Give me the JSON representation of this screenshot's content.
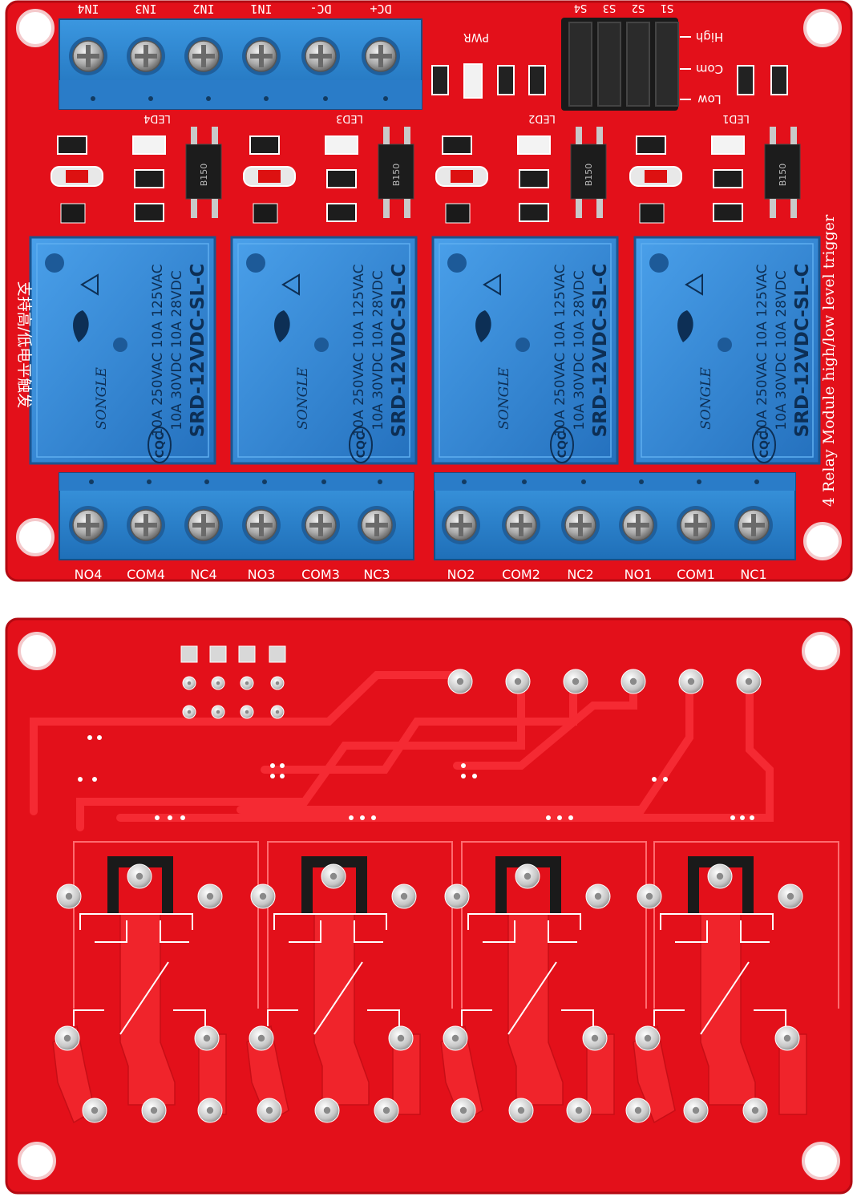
{
  "colors": {
    "pcb_red": "#e3101a",
    "pcb_red_dark": "#b30a12",
    "trace_red": "#f0242b",
    "relay_blue": "#2f86d6",
    "terminal_blue": "#2c87d1",
    "silkscreen": "#ffffff",
    "pad_silver": "#c9c9c9",
    "chip_black": "#1c1c1c"
  },
  "top_board": {
    "input_terminal_labels": [
      "IN4",
      "IN3",
      "IN2",
      "IN1",
      "DC-",
      "DC+"
    ],
    "pwr_label": "PWR",
    "jumper_labels": [
      "S4",
      "S3",
      "S2",
      "S1"
    ],
    "jumper_side_labels": [
      "High",
      "Com",
      "Low"
    ],
    "led_labels": [
      "LED4",
      "LED3",
      "LED2",
      "LED1"
    ],
    "optocoupler_labels": [
      "B150",
      "B150",
      "B150",
      "B150"
    ],
    "relays": [
      {
        "brand": "SONGLE",
        "model": "SRD-12VDC-SL-C",
        "rating_1": "10A 250VAC  10A 125VAC",
        "rating_2": "10A 30VDC  10A 28VDC",
        "cert": "CQC"
      },
      {
        "brand": "SONGLE",
        "model": "SRD-12VDC-SL-C",
        "rating_1": "10A 250VAC  10A 125VAC",
        "rating_2": "10A 30VDC  10A 28VDC",
        "cert": "CQC"
      },
      {
        "brand": "SONGLE",
        "model": "SRD-12VDC-SL-C",
        "rating_1": "10A 250VAC  10A 125VAC",
        "rating_2": "10A 30VDC  10A 28VDC",
        "cert": "CQC"
      },
      {
        "brand": "SONGLE",
        "model": "SRD-12VDC-SL-C",
        "rating_1": "10A 250VAC  10A 125VAC",
        "rating_2": "10A 30VDC  10A 28VDC",
        "cert": "CQC"
      }
    ],
    "side_text_right": "4 Relay Module high/low level trigger",
    "side_text_left": "支持高/低电平触发",
    "output_terminal_labels": [
      "NO4",
      "COM4",
      "NC4",
      "NO3",
      "COM3",
      "NC3",
      "NO2",
      "COM2",
      "NC2",
      "NO1",
      "COM1",
      "NC1"
    ]
  }
}
